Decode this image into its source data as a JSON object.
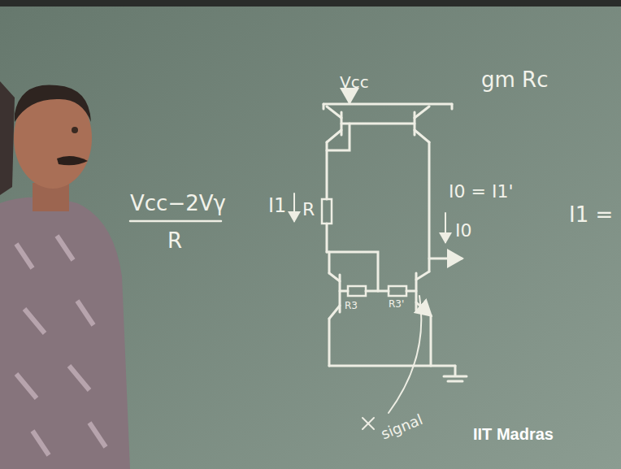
{
  "diagram": {
    "labels": [
      "Vcc",
      "gm Rc",
      "Vcc−2Vγ",
      "R",
      "I1",
      "R",
      "I0 = I1'",
      "I0",
      "I1 =",
      "R3",
      "R3'",
      "signal",
      "IIT Madras"
    ]
  }
}
